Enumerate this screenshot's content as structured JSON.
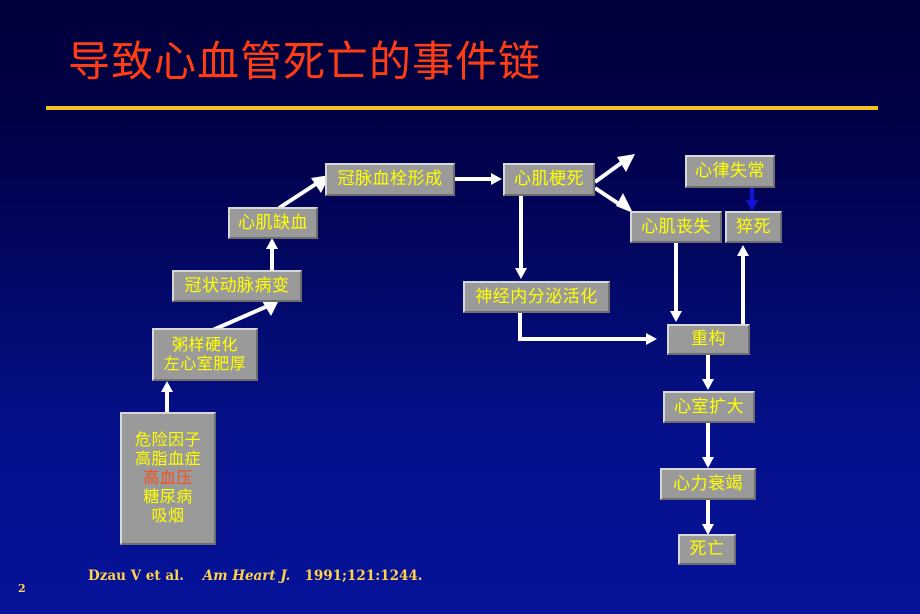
{
  "slide": {
    "title": "导致心血管死亡的事件链",
    "title_color": "#ff3c14",
    "rule_color": "#f5c025",
    "background_top": "#00003a",
    "background_bottom": "#061399",
    "page_number": "2"
  },
  "citation": {
    "authors": "Dzau V et al.",
    "journal": "Am Heart J.",
    "reference": "1991;121:1244."
  },
  "nodes": {
    "risk_factors": {
      "lines": [
        "危险因子",
        "高脂血症",
        "高血压",
        "糖尿病",
        "吸烟"
      ],
      "highlight_line": "高血压",
      "highlight_color": "#f4511e",
      "l1": "危险因子",
      "l2": "高脂血症",
      "l3": "高血压",
      "l4": "糖尿病",
      "l5": "吸烟"
    },
    "atherosclerosis": {
      "l1": "粥样硬化",
      "l2": "左心室肥厚"
    },
    "coronary_lesion": {
      "label": "冠状动脉病变"
    },
    "myocardial_ischemia": {
      "label": "心肌缺血"
    },
    "coronary_thrombosis": {
      "label": "冠脉血栓形成"
    },
    "myocardial_infarction": {
      "label": "心肌梗死"
    },
    "arrhythmia": {
      "label": "心律失常"
    },
    "myocardial_loss": {
      "label": "心肌丧失"
    },
    "sudden_death": {
      "label": "猝死"
    },
    "neuroendocrine": {
      "label": "神经内分泌活化"
    },
    "remodeling": {
      "label": "重构"
    },
    "ventricular_dilation": {
      "label": "心室扩大"
    },
    "heart_failure": {
      "label": "心力衰竭"
    },
    "death": {
      "label": "死亡"
    }
  },
  "connectors": {
    "arrow_color": "#ffffff",
    "arrhythmia_to_sudden_death_color": "#1414d8"
  }
}
